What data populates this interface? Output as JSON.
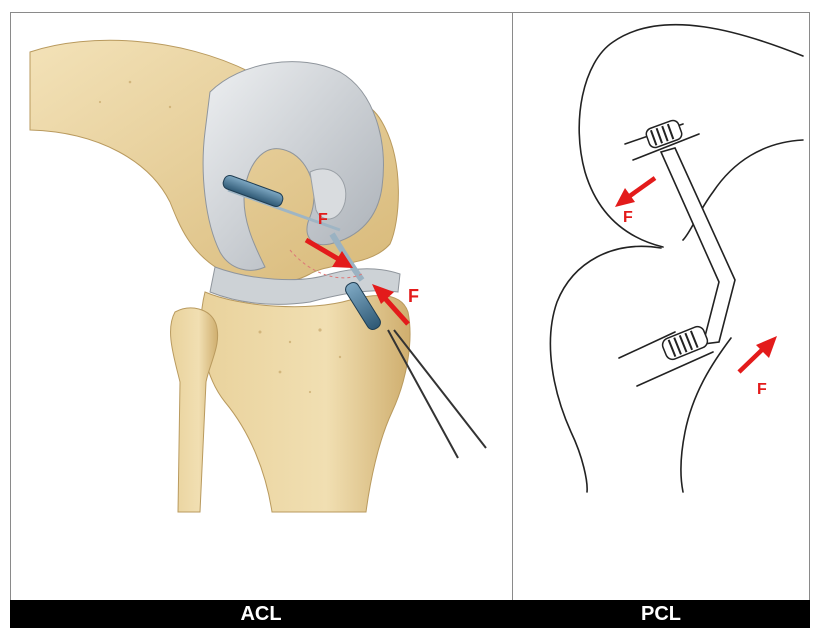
{
  "panels": [
    {
      "caption": "ACL",
      "force_labels": [
        "F",
        "F"
      ]
    },
    {
      "caption": "PCL",
      "force_labels": [
        "F",
        "F"
      ]
    }
  ],
  "colors": {
    "force_arrow": "#e31b1b",
    "bone": "#e8d2a0",
    "cartilage": "#c9cdd1",
    "graft": "#3e6f8e",
    "caption_bar": "#000000",
    "caption_text": "#ffffff",
    "line_art": "#222222"
  }
}
